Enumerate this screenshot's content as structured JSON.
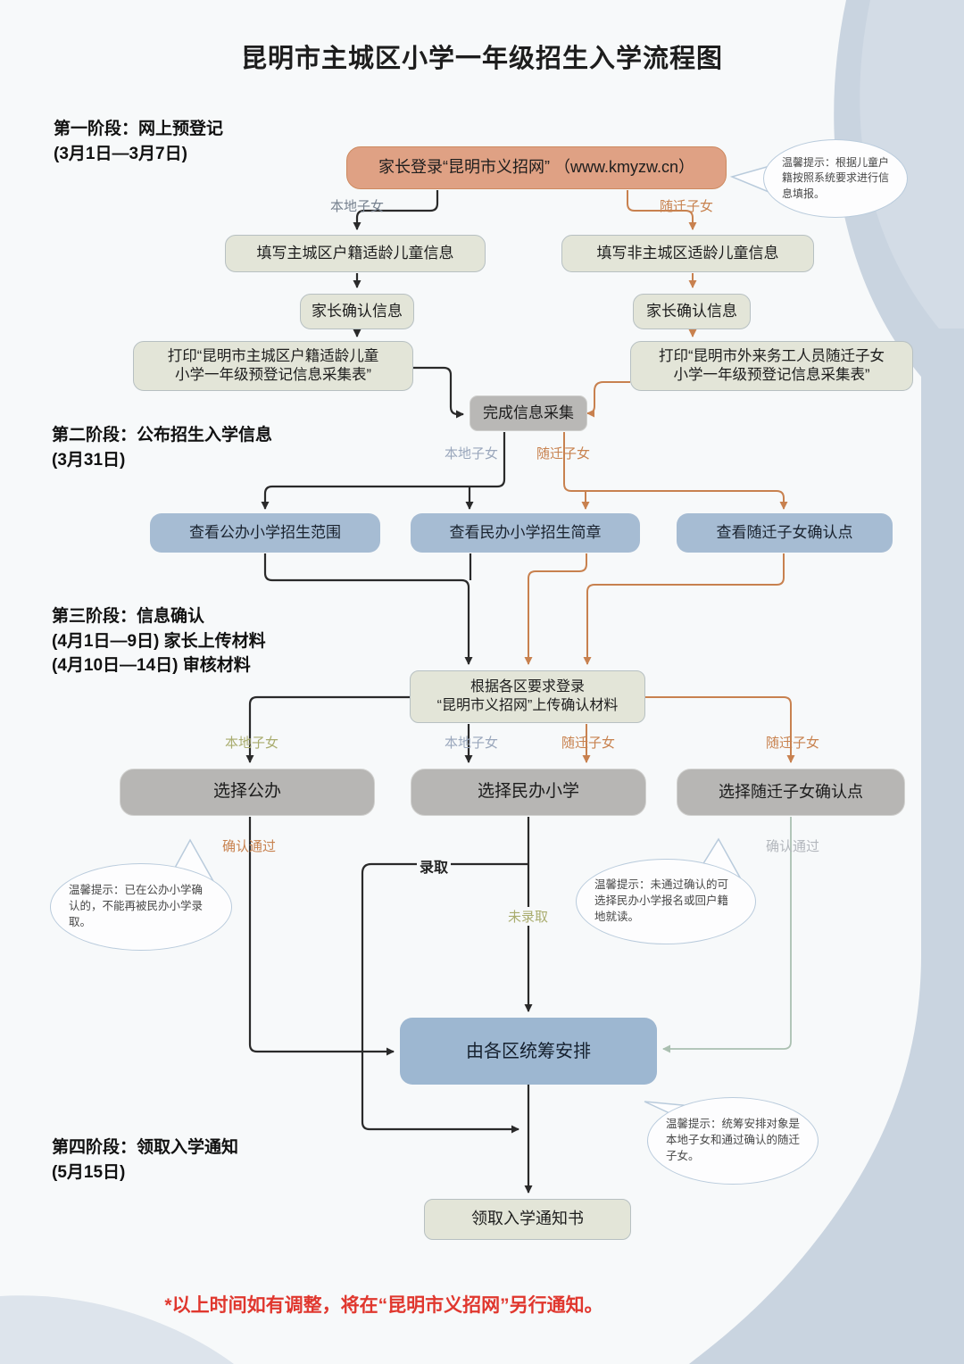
{
  "title": "昆明市主城区小学一年级招生入学流程图",
  "stages": [
    {
      "label": "第一阶段：网上预登记",
      "dates": "(3月1日—3月7日)"
    },
    {
      "label": "第二阶段：公布招生入学信息",
      "dates": "(3月31日)"
    },
    {
      "label": "第三阶段：信息确认",
      "dates": "(4月1日—9日) 家长上传材料",
      "dates2": "(4月10日—14日) 审核材料"
    },
    {
      "label": "第四阶段：领取入学通知",
      "dates": "(5月15日)"
    }
  ],
  "nodes": {
    "login": "家长登录“昆明市义招网” （www.kmyzw.cn）",
    "fill_local": "填写主城区户籍适龄儿童信息",
    "fill_migrant": "填写非主城区适龄儿童信息",
    "confirm_local": "家长确认信息",
    "confirm_migrant": "家长确认信息",
    "print_local_1": "打印“昆明市主城区户籍适龄儿童",
    "print_local_2": "小学一年级预登记信息采集表”",
    "print_migrant_1": "打印“昆明市外来务工人员随迁子女",
    "print_migrant_2": "小学一年级预登记信息采集表”",
    "complete": "完成信息采集",
    "view_public": "查看公办小学招生范围",
    "view_private": "查看民办小学招生简章",
    "view_checkpoint": "查看随迁子女确认点",
    "upload_1": "根据各区要求登录",
    "upload_2": "“昆明市义招网”上传确认材料",
    "choose_public": "选择公办",
    "choose_private": "选择民办小学",
    "choose_checkpoint": "选择随迁子女确认点",
    "overall_plan": "由各区统筹安排",
    "notice": "领取入学通知书"
  },
  "edge_labels": {
    "local": "本地子女",
    "migrant": "随迁子女",
    "confirmed": "确认通过",
    "admitted": "录取",
    "not_admitted": "未录取"
  },
  "tips": [
    "温馨提示：根据儿童户籍按照系统要求进行信息填报。",
    "温馨提示：已在公办小学确认的，不能再被民办小学录取。",
    "温馨提示：未通过确认的可选择民办小学报名或回户籍地就读。",
    "温馨提示：统筹安排对象是本地子女和通过确认的随迁子女。"
  ],
  "footnote": "*以上时间如有调整，将在“昆明市义招网”另行通知。",
  "colors": {
    "node_orange": "#dfa184",
    "node_sage": "#e3e5d8",
    "node_blue": "#a6bcd3",
    "node_gray": "#b9b8b6",
    "node_deepblue": "#9db7d1",
    "line_black": "#2a2a2a",
    "line_orange": "#c8814f",
    "line_green": "#abc0b1",
    "label_olive": "#a9ac6e",
    "label_bluegray": "#9aa7bc",
    "footnote_red": "#e0372e",
    "bubble_border": "#b9cbdc",
    "decor_blue": "#c9d4e0"
  }
}
